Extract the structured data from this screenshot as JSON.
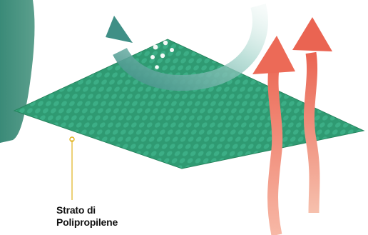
{
  "diagram": {
    "layer_label": {
      "line1": "Strato di",
      "line2": "Polipropilene"
    },
    "colors": {
      "layer_fill": "#2f9a72",
      "layer_dots": "#3cae86",
      "fabric": "#4a9a86",
      "outflow_arrow": "#6fb7ab",
      "heat_arrows": "#ec7260",
      "droplets": "#ffffff",
      "callout": "#e0b21c",
      "label_text": "#111111"
    },
    "icons": [
      "vapor-outflow-arrow",
      "moisture-droplets",
      "heat-arrow",
      "heat-arrow"
    ]
  }
}
